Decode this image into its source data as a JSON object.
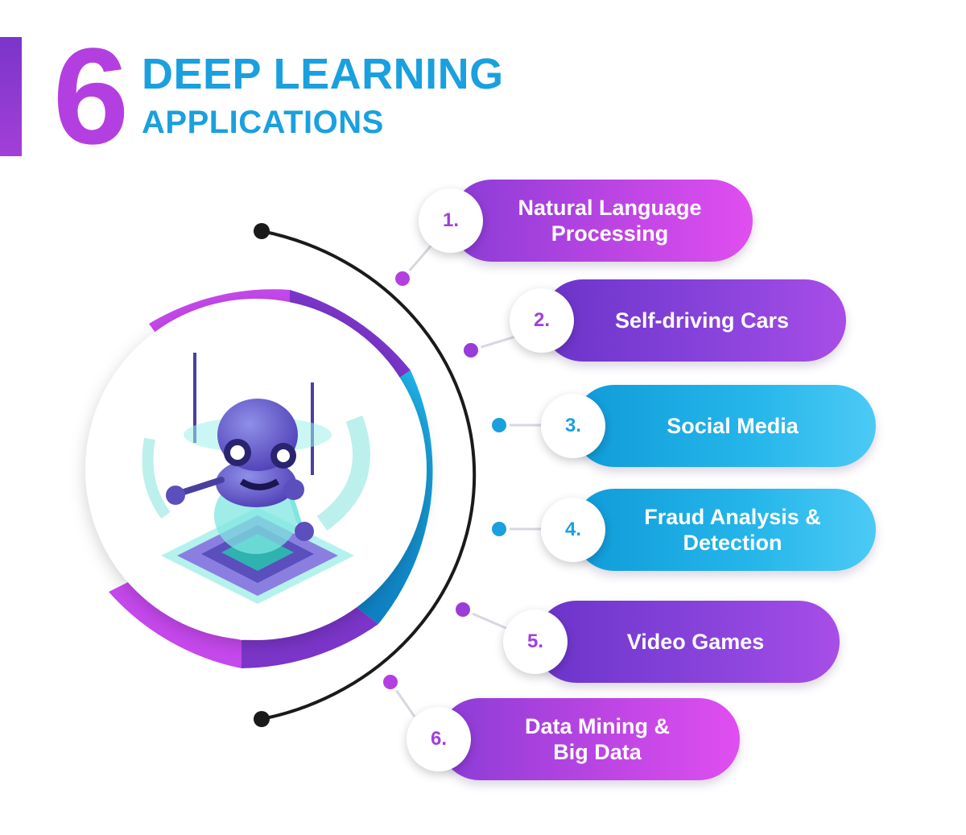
{
  "header": {
    "number": "6",
    "title_line1": "DEEP LEARNING",
    "title_line2": "APPLICATIONS"
  },
  "items": [
    {
      "number": "1.",
      "label": "Natural Language\nProcessing"
    },
    {
      "number": "2.",
      "label": "Self-driving Cars"
    },
    {
      "number": "3.",
      "label": "Social Media"
    },
    {
      "number": "4.",
      "label": "Fraud Analysis &\nDetection"
    },
    {
      "number": "5.",
      "label": "Video Games"
    },
    {
      "number": "6.",
      "label": "Data Mining &\nBig Data"
    }
  ],
  "illustration": {
    "icon": "robot-on-chip-icon"
  },
  "colors": {
    "purple": "#b43fe0",
    "violet": "#7a3ed6",
    "blue": "#1aa0de",
    "dark": "#1a1a1a"
  }
}
